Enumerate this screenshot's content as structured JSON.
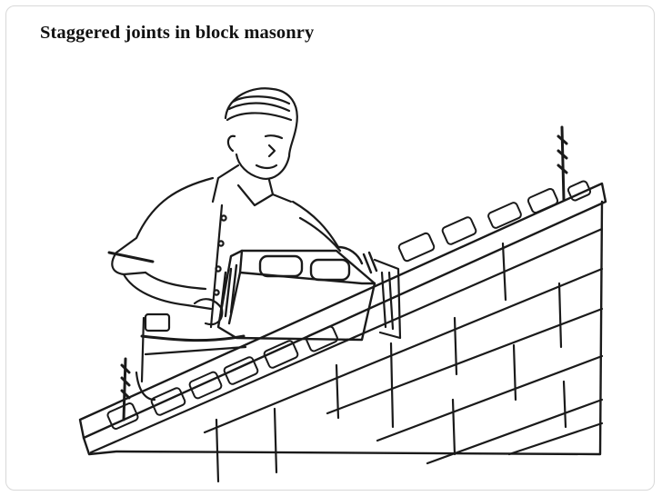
{
  "slide": {
    "title": "Staggered joints in block masonry"
  },
  "illustration": {
    "subject": "mason-laying-concrete-block",
    "icon": "block-masonry-drawing"
  },
  "colors": {
    "ink": "#1a1a1a",
    "background": "#ffffff",
    "frame": "#d8d8d8"
  }
}
